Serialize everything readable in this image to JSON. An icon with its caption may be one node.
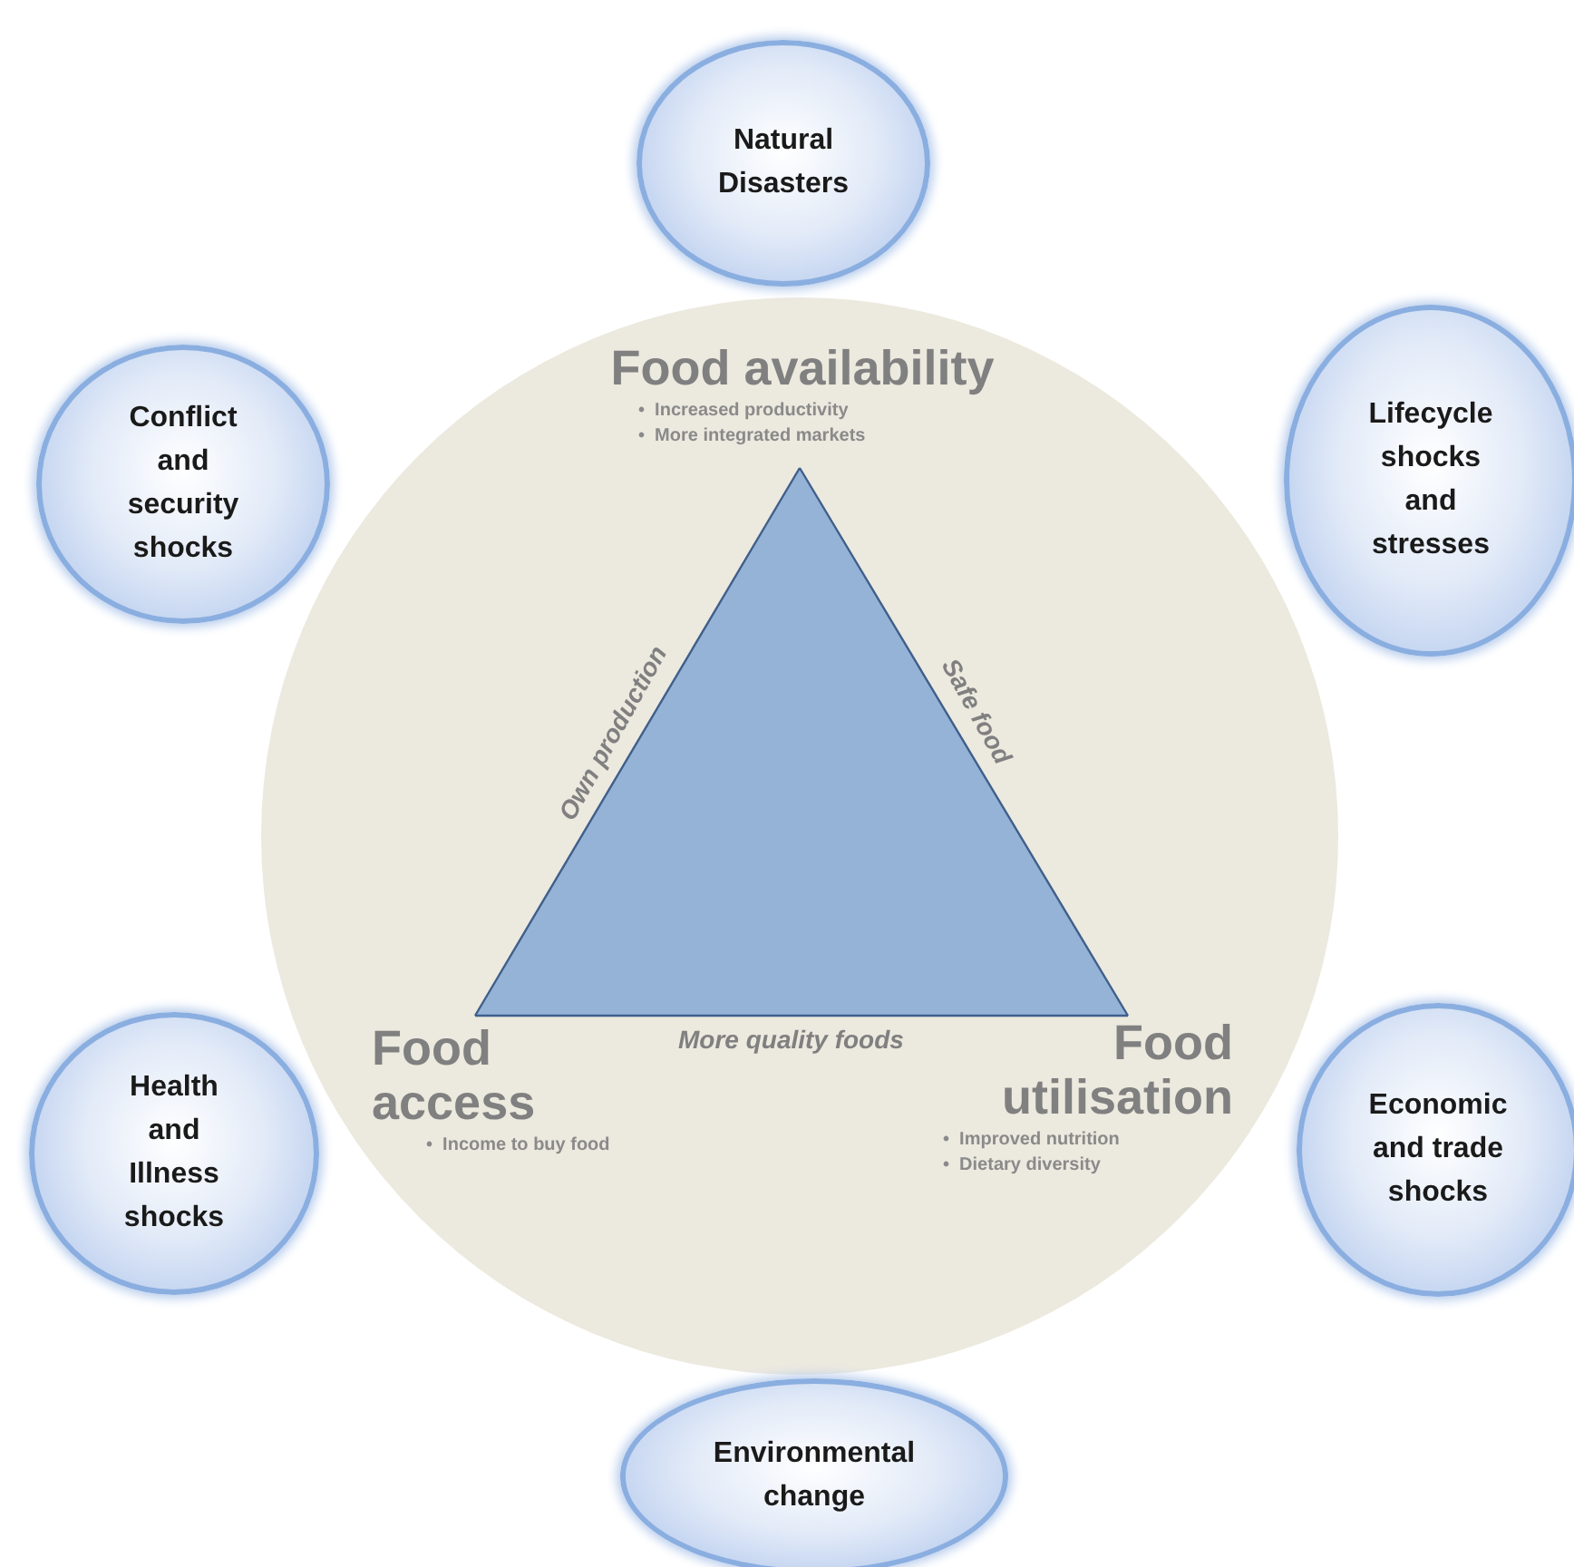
{
  "diagram": {
    "nodes": [
      {
        "text": [
          "Natural Disasters"
        ]
      },
      {
        "text": [
          "Conflict and security shocks"
        ]
      },
      {
        "text": [
          "Lifecycle shocks and stresses"
        ]
      },
      {
        "text": [],
        "shape": "circle"
      },
      {
        "text": [
          "Food availability",
          "•  Increased productivity",
          "•  More integrated markets"
        ],
        "in": 3
      },
      {
        "text": [
          "Food access",
          "•  Income to buy food"
        ],
        "in": 3
      },
      {
        "text": [
          "Food utilisation",
          "•  Improved nutrition",
          "•  Dietary diversity"
        ],
        "in": 3
      },
      {
        "text": [
          "Health and Illness shocks"
        ]
      },
      {
        "text": [
          "Economic and trade shocks"
        ]
      },
      {
        "text": [
          "Environmental change"
        ]
      }
    ],
    "edges": [
      {
        "from": 4,
        "to": 5,
        "arrow": "none",
        "label": "Own production"
      },
      {
        "from": 4,
        "to": 6,
        "arrow": "none",
        "label": "Safe food"
      },
      {
        "from": 5,
        "to": 6,
        "arrow": "none",
        "label": "More quality foods"
      }
    ]
  }
}
